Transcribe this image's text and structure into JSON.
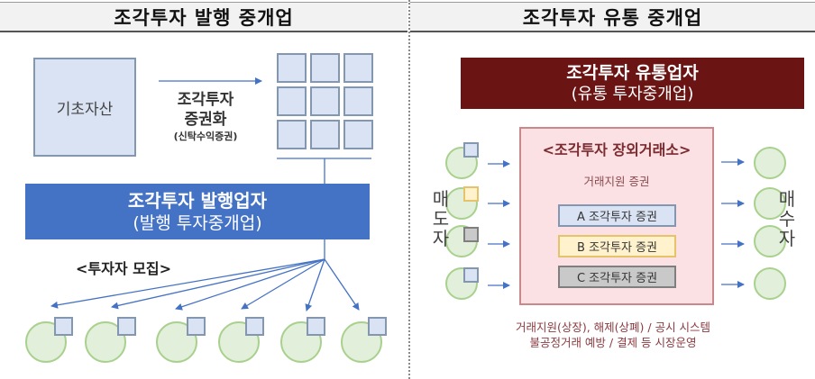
{
  "left": {
    "header": "조각투자 발행 중개업",
    "underlying_asset": "기초자산",
    "securitization": {
      "line1": "조각투자",
      "line2": "증권화",
      "note": "(신탁수익증권)"
    },
    "issuer_banner": {
      "title": "조각투자 발행업자",
      "subtitle": "(발행 투자중개업)"
    },
    "recruit_label": "<투자자 모집>",
    "investor_count": 6
  },
  "right": {
    "header": "조각투자 유통 중개업",
    "distributor_banner": {
      "title": "조각투자 유통업자",
      "subtitle": "(유통 투자중개업)"
    },
    "exchange": {
      "title": "<조각투자 장외거래소>",
      "subtitle": "거래지원 증권",
      "securities": [
        {
          "label": "A 조각투자 증권",
          "fill": "#dae3f3",
          "border": "#8497b0"
        },
        {
          "label": "B 조각투자 증권",
          "fill": "#fff2cc",
          "border": "#e6c36a"
        },
        {
          "label": "C 조각투자 증권",
          "fill": "#c9c9c9",
          "border": "#7f7f7f"
        }
      ]
    },
    "sellers_label": [
      "매",
      "도",
      "자"
    ],
    "buyers_label": [
      "매",
      "수",
      "자"
    ],
    "seller_token_colors": [
      "#dae3f3",
      "#fff2cc",
      "#c9c9c9",
      "#dae3f3"
    ],
    "footer": {
      "line1": "거래지원(상장), 해제(상폐) / 공시 시스템",
      "line2": "불공정거래 예방 / 결제 등 시장운영"
    }
  },
  "colors": {
    "blue_accent": "#4472c4",
    "dark_red": "#6b1414",
    "exchange_text": "#7b2a2f",
    "light_blue": "#dae3f3",
    "light_green": "#e2efda",
    "green_border": "#a9d18e"
  }
}
